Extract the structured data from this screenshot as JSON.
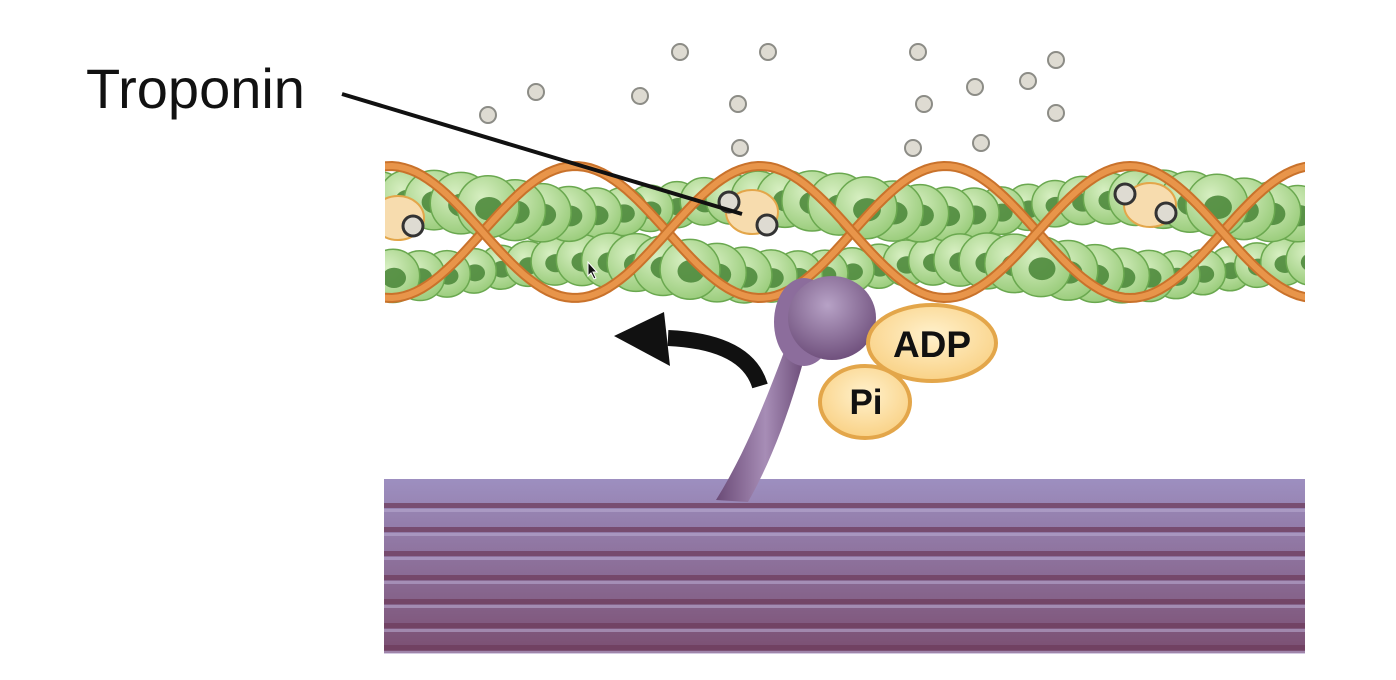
{
  "labels": {
    "troponin": "Troponin",
    "adp": "ADP",
    "pi": "Pi"
  },
  "icons": {
    "arrow": "curved-arrow-icon",
    "cursor": "mouse-cursor-icon"
  },
  "colors": {
    "actin_light": "#bfe0a4",
    "actin_mid": "#9ccf7d",
    "actin_outline": "#6aa84f",
    "actin_nucleus": "#4e8a3c",
    "tropomyosin": "#e8954a",
    "troponin_fill": "#f7dcae",
    "calcium_fill": "#dedbd2",
    "calcium_stroke": "#8c8c86",
    "myosin_light": "#a98fb3",
    "myosin_dark": "#6b4a73",
    "thick_light": "#9b87b5",
    "thick_dark": "#6d3c5c",
    "adp_fill": "#fcd996",
    "adp_stroke": "#e3a64a",
    "arrow": "#111111"
  }
}
